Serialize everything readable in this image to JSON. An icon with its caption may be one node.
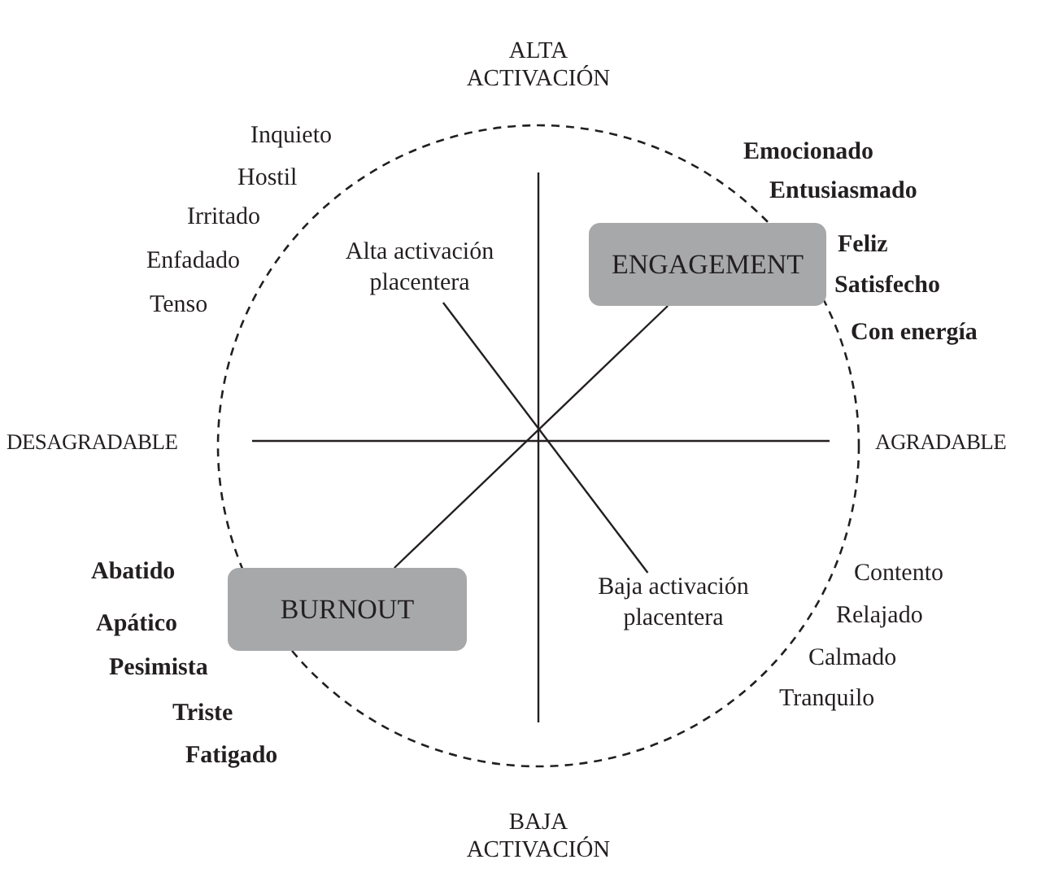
{
  "diagram": {
    "nodes": [
      {
        "text": [
          "Alta activación placentera"
        ]
      },
      {
        "text": [
          "ENGAGEMENT"
        ]
      },
      {
        "text": [
          "BURNOUT"
        ]
      },
      {
        "text": [
          "Baja activación placentera"
        ]
      }
    ],
    "edges": [
      {
        "from": 1,
        "to": 2,
        "arrow": "none"
      },
      {
        "from": 0,
        "to": 3,
        "arrow": "none"
      }
    ],
    "labels": [
      "ALTA ACTIVACIÓN",
      "Inquieto",
      "Hostil",
      "Irritado",
      "Enfadado",
      "Tenso",
      "Emocionado",
      "Entusiasmado",
      "Feliz",
      "Satisfecho",
      "Con energía",
      "DESAGRADABLE",
      "AGRADABLE",
      "Abatido",
      "Apático",
      "Pesimista",
      "Triste",
      "Fatigado",
      "Contento",
      "Relajado",
      "Calmado",
      "Tranquilo",
      "BAJA ACTIVACIÓN"
    ]
  }
}
